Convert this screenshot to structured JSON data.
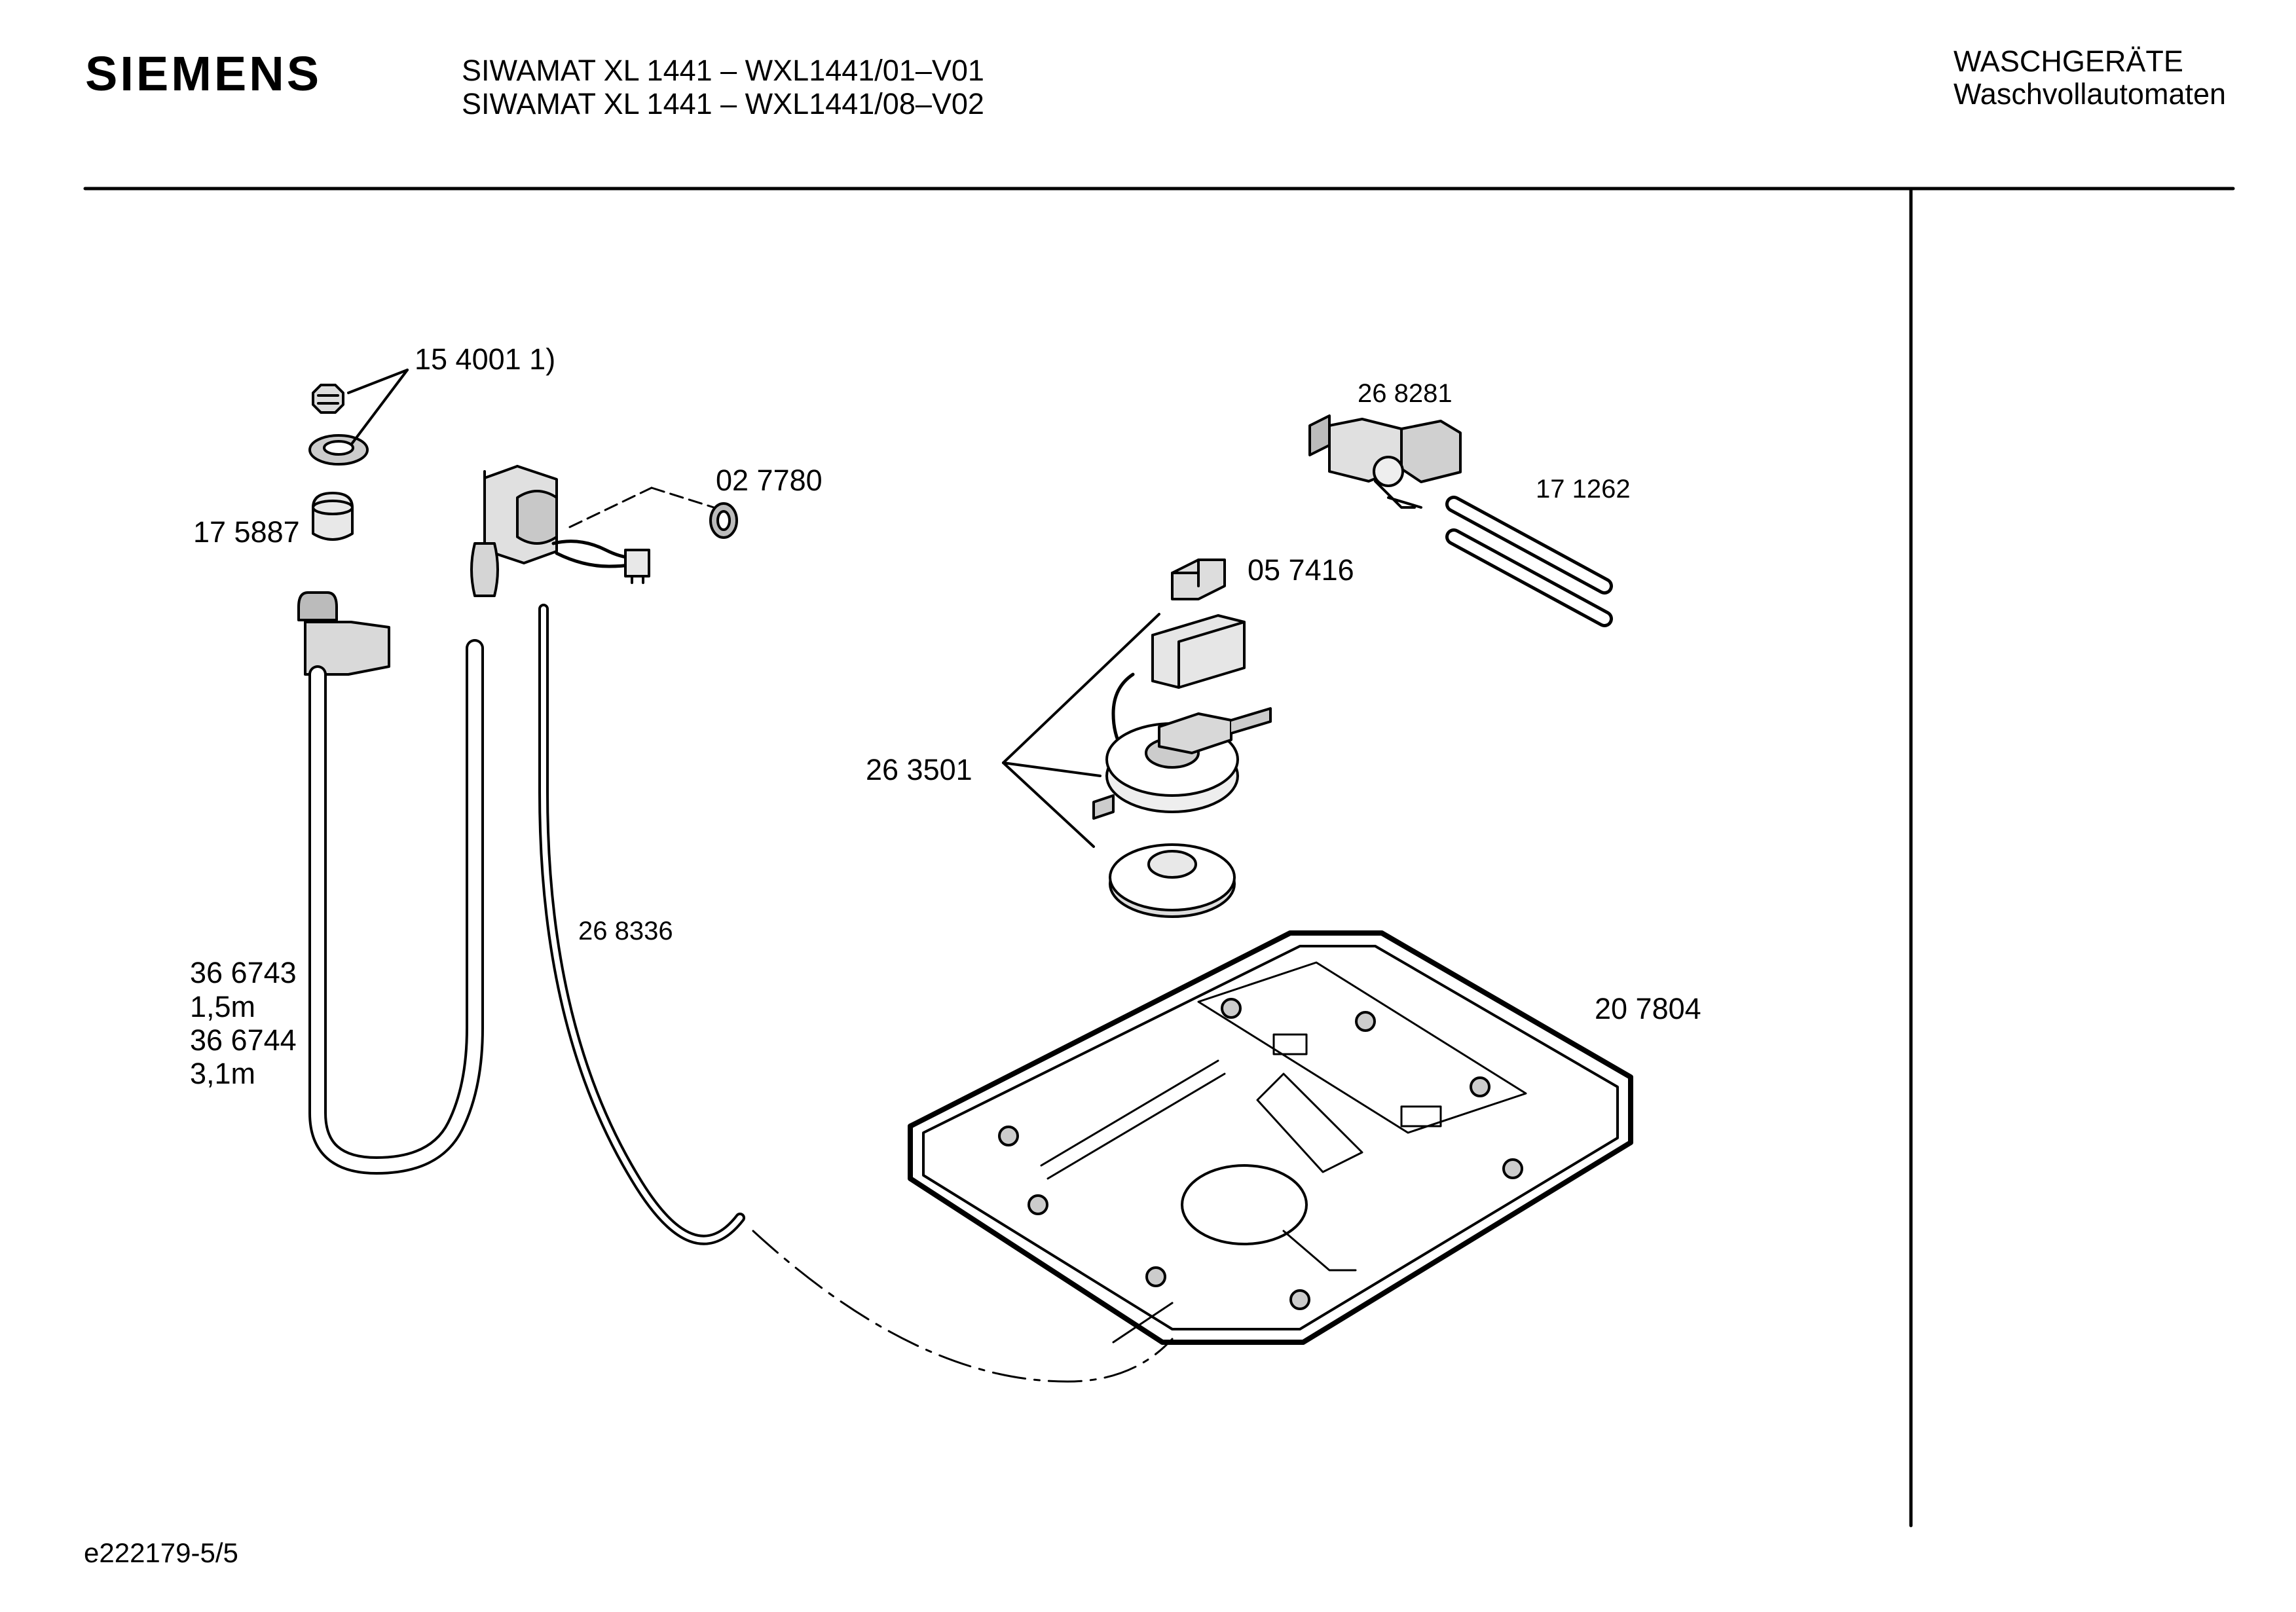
{
  "header": {
    "brand": "SIEMENS",
    "model_lines": [
      "SIWAMAT XL 1441 – WXL1441/01–V01",
      "SIWAMAT XL 1441 – WXL1441/08–V02"
    ],
    "category": "WASCHGERÄTE",
    "subcategory": "Waschvollautomaten"
  },
  "parts": {
    "p154001": "15 4001 1)",
    "p175887": "17 5887",
    "p027780": "02 7780",
    "p268281": "26 8281",
    "p171262": "17 1262",
    "p057416": "05 7416",
    "p263501": "26 3501",
    "p268336": "26 8336",
    "p366743": "36 6743",
    "len1": "1,5m",
    "p366744": "36 6744",
    "len2": "3,1m",
    "p207804": "20 7804"
  },
  "footer": {
    "drawing_id": "e222179-5/5"
  }
}
